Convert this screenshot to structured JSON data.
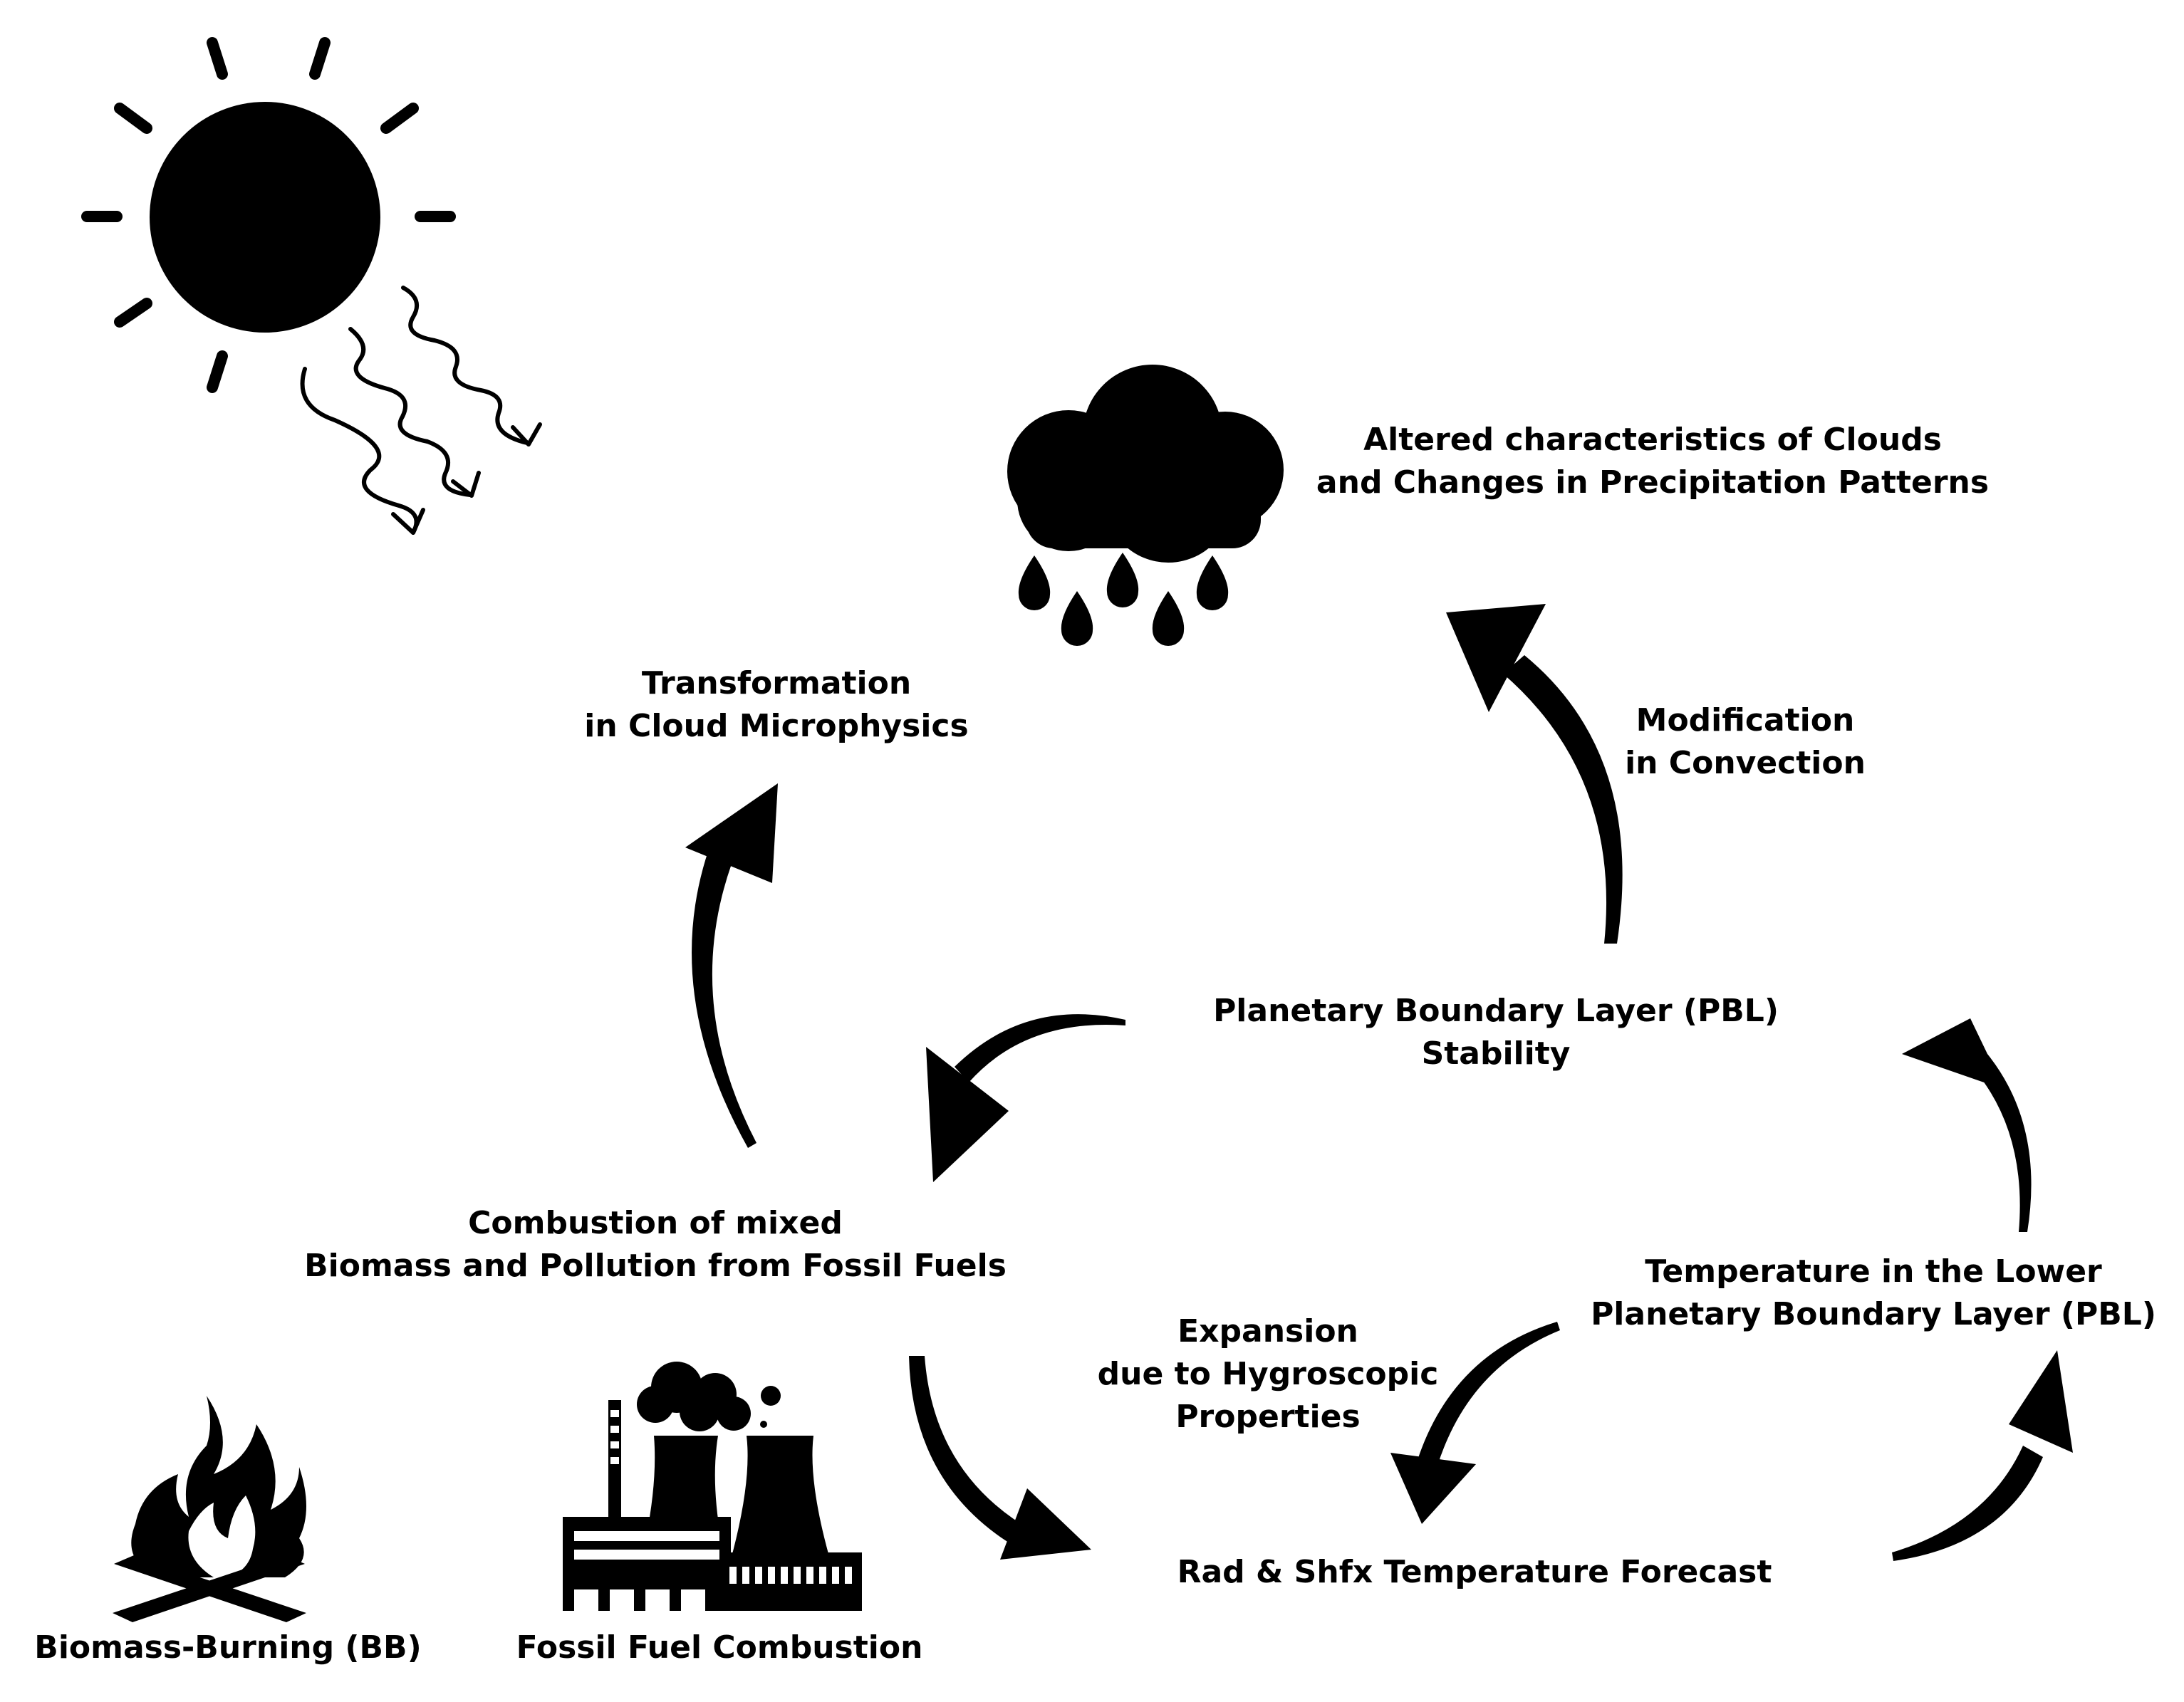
{
  "nodes": {
    "clouds": {
      "line1": "Altered characteristics of Clouds",
      "line2": "and Changes in Precipitation Patterns"
    },
    "cloud_microphysics": {
      "line1": "Transformation",
      "line2": "in Cloud Microphysics"
    },
    "convection": {
      "line1": "Modification",
      "line2": "in Convection"
    },
    "pbl_stability": {
      "line1": "Planetary Boundary Layer (PBL)",
      "line2": "Stability"
    },
    "combustion": {
      "line1": "Combustion of mixed",
      "line2": "Biomass and Pollution from Fossil Fuels"
    },
    "temperature_lower_pbl": {
      "line1": "Temperature in the Lower",
      "line2": "Planetary Boundary Layer (PBL)"
    },
    "hygroscopic": {
      "line1": "Expansion",
      "line2": "due to Hygroscopic",
      "line3": "Properties"
    },
    "forecast": {
      "line1": "Rad & Shfx Temperature Forecast"
    }
  },
  "icons": {
    "biomass_burning": {
      "icon": "campfire-icon",
      "caption": "Biomass-Burning (BB)"
    },
    "fossil_fuel": {
      "icon": "power-plant-icon",
      "caption": "Fossil Fuel Combustion"
    },
    "sun": {
      "icon": "sun-icon"
    },
    "rain_cloud": {
      "icon": "rain-cloud-icon"
    }
  },
  "colors": {
    "ink": "#000000",
    "background": "#ffffff"
  }
}
